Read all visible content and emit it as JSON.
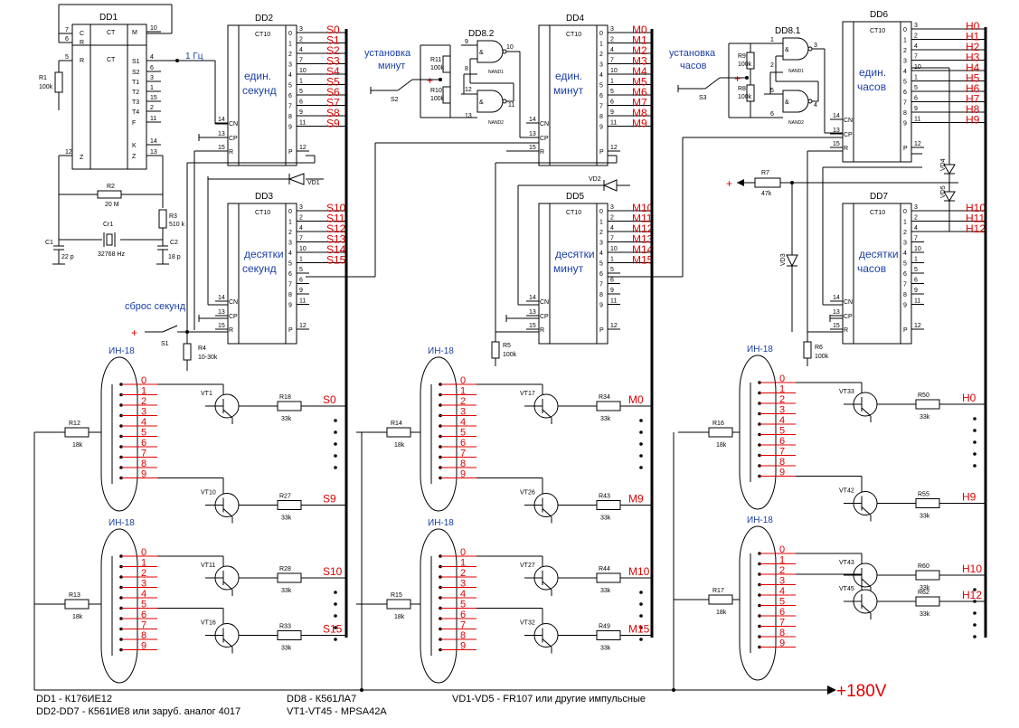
{
  "chips": {
    "dd1": {
      "name": "DD1",
      "inner": "CT",
      "pins_left": [
        "7",
        "6",
        "5",
        "12"
      ],
      "labels_left": [
        "C",
        "R",
        "R",
        "Z"
      ],
      "labels_right": [
        "M",
        "S1",
        "S2",
        "T1",
        "T2",
        "T3",
        "T4",
        "F",
        "K",
        "Z"
      ],
      "pins_right": [
        "10",
        "4",
        "6",
        "3",
        "1",
        "15",
        "2",
        "11",
        "14",
        "13"
      ]
    },
    "dd2": {
      "name": "DD2",
      "inner": "CT10",
      "title_top": "един.",
      "title_bot": "секунд"
    },
    "dd3": {
      "name": "DD3",
      "inner": "CT10",
      "title_top": "десятки",
      "title_bot": "секунд"
    },
    "dd4": {
      "name": "DD4",
      "inner": "CT10",
      "title_top": "един.",
      "title_bot": "минут"
    },
    "dd5": {
      "name": "DD5",
      "inner": "CT10",
      "title_top": "десятки",
      "title_bot": "минут"
    },
    "dd6": {
      "name": "DD6",
      "inner": "CT10",
      "title_top": "един.",
      "title_bot": "часов"
    },
    "dd7": {
      "name": "DD7",
      "inner": "CT10",
      "title_top": "десятки",
      "title_bot": "часов"
    },
    "dd82": {
      "name": "DD8.2",
      "gate_a": "9",
      "gate_b": "10",
      "g1": "NAND1",
      "g2": "NAND2"
    },
    "dd81": {
      "name": "DD8.1"
    }
  },
  "counter_pins": {
    "left": [
      "CN",
      "CP",
      "R"
    ],
    "left_nums": [
      "14",
      "13",
      "15"
    ],
    "right_nums": [
      "3",
      "2",
      "4",
      "7",
      "10",
      "1",
      "5",
      "6",
      "9",
      "11"
    ],
    "right_idx": [
      "0",
      "1",
      "2",
      "3",
      "4",
      "5",
      "6",
      "7",
      "8",
      "9"
    ],
    "p": "P",
    "p_num": "12"
  },
  "signals": {
    "s": [
      "S0",
      "S1",
      "S2",
      "S3",
      "S4",
      "S5",
      "S6",
      "S7",
      "S8",
      "S9"
    ],
    "s_tens": [
      "S10",
      "S11",
      "S12",
      "S13",
      "S14",
      "S15"
    ],
    "m": [
      "M0",
      "M1",
      "M2",
      "M3",
      "M4",
      "M5",
      "M6",
      "M7",
      "M8",
      "M9"
    ],
    "m_tens": [
      "M10",
      "M11",
      "M12",
      "M13",
      "M14",
      "M15"
    ],
    "h": [
      "H0",
      "H1",
      "H2",
      "H3",
      "H4",
      "H5",
      "H6",
      "H7",
      "H8",
      "H9"
    ],
    "h_tens": [
      "H10",
      "H11",
      "H12"
    ]
  },
  "labels": {
    "freq": "1 Гц",
    "set_min_1": "установка",
    "set_min_2": "минут",
    "set_hr_1": "установка",
    "set_hr_2": "часов",
    "reset": "сброс секунд",
    "tube": "ИН-18",
    "plus": "+",
    "quartz": "32768 Hz"
  },
  "components": {
    "r1": [
      "R1",
      "100k"
    ],
    "r2": [
      "R2",
      "20 M"
    ],
    "r3": [
      "R3",
      "510 k"
    ],
    "r4": [
      "R4",
      "10-30k"
    ],
    "r5": [
      "R5",
      "100k"
    ],
    "r6": [
      "R6",
      "100k"
    ],
    "r7": [
      "R7",
      "47k"
    ],
    "r8": [
      "R8",
      "100k"
    ],
    "r9": [
      "R9",
      "100k"
    ],
    "r10": [
      "R10",
      "100k"
    ],
    "r11": [
      "R11",
      "100k"
    ],
    "r12": [
      "R12",
      "18k"
    ],
    "r13": [
      "R13",
      "18k"
    ],
    "r14": [
      "R14",
      "18k"
    ],
    "r15": [
      "R15",
      "18k"
    ],
    "r16": [
      "R16",
      "18k"
    ],
    "r17": [
      "R17",
      "18k"
    ],
    "r18": [
      "R18",
      "33k"
    ],
    "r27": [
      "R27",
      "33k"
    ],
    "r28": [
      "R28",
      "33k"
    ],
    "r33": [
      "R33",
      "33k"
    ],
    "r34": [
      "R34",
      "33k"
    ],
    "r43": [
      "R43",
      "33k"
    ],
    "r44": [
      "R44",
      "33k"
    ],
    "r49": [
      "R49",
      "33k"
    ],
    "r50": [
      "R50",
      "33k"
    ],
    "r55": [
      "R55",
      "33k"
    ],
    "r60": [
      "R60",
      "33k"
    ],
    "r62": [
      "R62",
      "33k"
    ],
    "c1": [
      "C1",
      "22 p"
    ],
    "c2": [
      "C2",
      "18 p"
    ],
    "cr1": "Cr1",
    "s1": "S1",
    "s2": "S2",
    "s3": "S3",
    "vd1": "VD1",
    "vd2": "VD2",
    "vd3": "VD3",
    "vd4": "VD4",
    "vd5": "VD5",
    "vt": {
      "vt1": "VT1",
      "vt10": "VT10",
      "vt11": "VT11",
      "vt16": "VT16",
      "vt17": "VT17",
      "vt26": "VT26",
      "vt27": "VT27",
      "vt32": "VT32",
      "vt33": "VT33",
      "vt42": "VT42",
      "vt43": "VT43",
      "vt45": "VT45"
    }
  },
  "tube_digits": [
    "0",
    "1",
    "2",
    "3",
    "4",
    "5",
    "6",
    "7",
    "8",
    "9"
  ],
  "footer": {
    "l1": "DD1 - К176ИЕ12",
    "l2": "DD2-DD7 - К561ИЕ8 или заруб. аналог 4017",
    "l3": "DD8 - К561ЛА7",
    "l4": "VT1-VT45 - MPSA42A",
    "l5": "VD1-VD5 - FR107 или другие импульсные",
    "hv": "+180V"
  }
}
